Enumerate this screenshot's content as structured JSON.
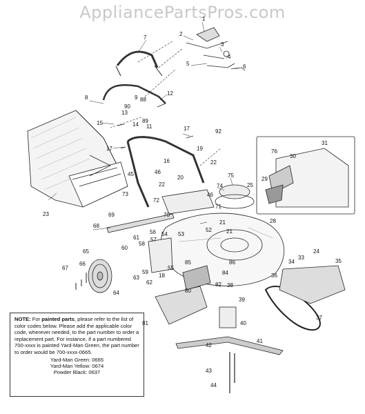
{
  "watermark": "AppliancePartsPros.com",
  "note": {
    "lead": "NOTE:",
    "text1": " For ",
    "emph": "painted parts",
    "text2": ", please refer to the list of color codes below.  Please add the applicable color code, wherever needed, to the part number to order a replacement part.  For instance, if a part numbered 700-xxxx is painted Yard-Man Green, the part number to order would be 700-xxxx-0665.",
    "color_codes": [
      "Yard-Man Green: 0665",
      "Yard-Man Yellow: 0674",
      "Powder Black: 0637"
    ]
  },
  "callouts": [
    "1",
    "2",
    "3",
    "4",
    "5",
    "6",
    "7",
    "8",
    "9",
    "11",
    "12",
    "13",
    "14",
    "15",
    "16",
    "17",
    "17",
    "18",
    "19",
    "20",
    "21",
    "21",
    "22",
    "22",
    "23",
    "24",
    "25",
    "28",
    "29",
    "30",
    "31",
    "33",
    "34",
    "35",
    "36",
    "37",
    "38",
    "39",
    "40",
    "41",
    "42",
    "43",
    "44",
    "45",
    "46",
    "46",
    "52",
    "53",
    "54",
    "55",
    "56",
    "57",
    "58",
    "59",
    "60",
    "61",
    "62",
    "63",
    "64",
    "65",
    "66",
    "67",
    "68",
    "69",
    "70",
    "71",
    "72",
    "73",
    "74",
    "75",
    "76",
    "80",
    "81",
    "82",
    "84",
    "85",
    "86",
    "88",
    "89",
    "90",
    "92"
  ]
}
